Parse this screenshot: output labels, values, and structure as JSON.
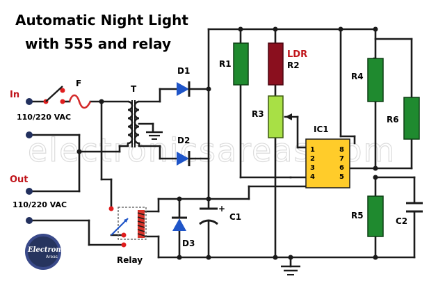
{
  "title": {
    "line1": "Automatic Night Light",
    "line2": "with 555 and relay"
  },
  "watermark": "electronicsareas.com",
  "logo": {
    "line1": "Electronics",
    "line2": "Areas"
  },
  "labels": {
    "in": "In",
    "out": "Out",
    "voltage_in": "110/220 VAC",
    "voltage_out": "110/220 VAC",
    "fuse": "F",
    "transformer": "T",
    "d1": "D1",
    "d2": "D2",
    "d3": "D3",
    "r1": "R1",
    "ldr": "LDR",
    "r2": "R2",
    "r3": "R3",
    "r4": "R4",
    "r5": "R5",
    "r6": "R6",
    "ic1": "IC1",
    "c1": "C1",
    "c1_plus": "+",
    "c2": "C2",
    "relay": "Relay"
  },
  "ic_pins": {
    "left": [
      "1",
      "2",
      "3",
      "4"
    ],
    "right": [
      "8",
      "7",
      "6",
      "5"
    ]
  },
  "colors": {
    "resistor": "#1f8a2f",
    "ldr": "#8a0f1e",
    "potentiometer": "#a8e045",
    "ic": "#ffcc2a",
    "diode": "#1f55c8",
    "wire": "#1a1a1a",
    "relay_coil": "#d9342b",
    "switch_red": "#e01e1e",
    "labels_red": "#c0141a",
    "terminal": "#22305e"
  }
}
